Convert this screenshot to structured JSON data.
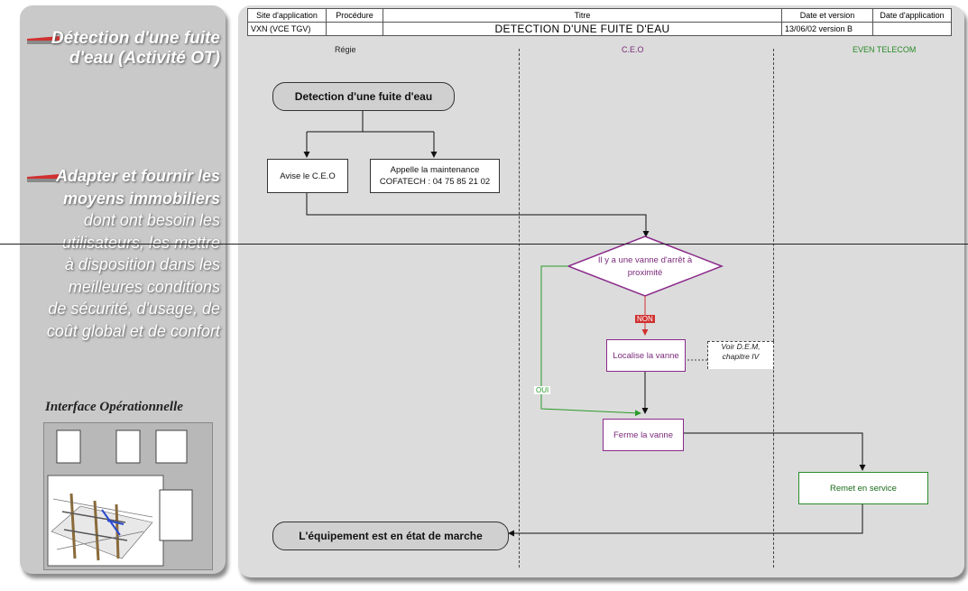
{
  "left_panel": {
    "heading1": "Détection d'une fuite d'eau (Activité OT)",
    "heading1_line1": "Détection d'une fuite",
    "heading1_line2": "d'eau (Activité OT)",
    "heading2_line1": "Adapter et fournir les",
    "heading2_line2": "moyens immobiliers",
    "body_lines": [
      "dont ont besoin les",
      "utilisateurs, les mettre",
      "à disposition dans les",
      "meilleures conditions",
      "de sécurité, d'usage, de",
      "coût global et de confort"
    ],
    "caption": "Interface Opérationnelle"
  },
  "header": {
    "col_site": "Site d'application",
    "col_procedure": "Procédure",
    "col_titre": "Titre",
    "col_date_version": "Date et version",
    "col_date_app": "Date d'application",
    "site_value": "VXN  (VCE TGV)",
    "procedure_value": "",
    "titre_value": "DETECTION D'UNE FUITE D'EAU",
    "date_version_value": "13/06/02  version B",
    "date_app_value": ""
  },
  "lanes": [
    "Régie",
    "C.E.O",
    "EVEN TELECOM"
  ],
  "nodes": {
    "start": "Detection d'une fuite d'eau",
    "avise": "Avise le C.E.O",
    "appelle_line1": "Appelle la maintenance",
    "appelle_line2": "COFATECH : 04 75 85 21 02",
    "decision_line1": "Il y a une vanne d'arrêt à",
    "decision_line2": "proximité",
    "localise": "Localise la vanne",
    "note_line1": "Voir D.E.M,",
    "note_line2": "chapitre IV",
    "ferme": "Ferme la vanne",
    "remet": "Remet en service",
    "end": "L'équipement est en état de marche"
  },
  "edge_labels": {
    "non": "NON",
    "oui": "OUI"
  },
  "colors": {
    "panel_left": "#c9c9c9",
    "panel_right": "#dcdcdc",
    "purple": "#8a2a8a",
    "green": "#2a9a2a",
    "red": "#d03030"
  }
}
